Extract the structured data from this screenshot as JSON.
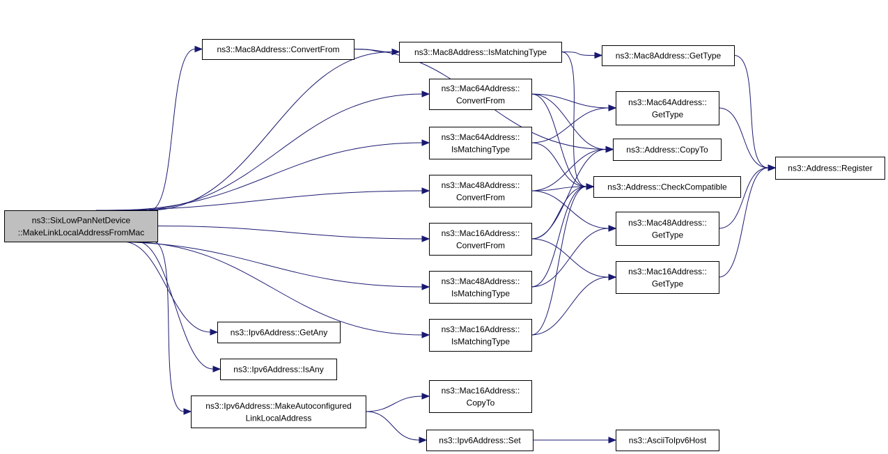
{
  "nodes": {
    "root": [
      "ns3::SixLowPanNetDevice",
      "::MakeLinkLocalAddressFromMac"
    ],
    "mac8_convertfrom": [
      "ns3::Mac8Address::ConvertFrom"
    ],
    "mac8_ismatchingtype": [
      "ns3::Mac8Address::IsMatchingType"
    ],
    "mac8_gettype": [
      "ns3::Mac8Address::GetType"
    ],
    "mac64_convertfrom": [
      "ns3::Mac64Address::",
      "ConvertFrom"
    ],
    "mac64_gettype": [
      "ns3::Mac64Address::",
      "GetType"
    ],
    "mac64_ismatchingtype": [
      "ns3::Mac64Address::",
      "IsMatchingType"
    ],
    "address_copyto": [
      "ns3::Address::CopyTo"
    ],
    "address_register": [
      "ns3::Address::Register"
    ],
    "mac48_convertfrom": [
      "ns3::Mac48Address::",
      "ConvertFrom"
    ],
    "address_checkcompatible": [
      "ns3::Address::CheckCompatible"
    ],
    "mac48_gettype": [
      "ns3::Mac48Address::",
      "GetType"
    ],
    "mac16_convertfrom": [
      "ns3::Mac16Address::",
      "ConvertFrom"
    ],
    "mac16_gettype": [
      "ns3::Mac16Address::",
      "GetType"
    ],
    "mac48_ismatchingtype": [
      "ns3::Mac48Address::",
      "IsMatchingType"
    ],
    "mac16_ismatchingtype": [
      "ns3::Mac16Address::",
      "IsMatchingType"
    ],
    "ipv6_getany": [
      "ns3::Ipv6Address::GetAny"
    ],
    "ipv6_isany": [
      "ns3::Ipv6Address::IsAny"
    ],
    "ipv6_makeautoconfigured": [
      "ns3::Ipv6Address::MakeAutoconfigured",
      "LinkLocalAddress"
    ],
    "mac16_copyto": [
      "ns3::Mac16Address::",
      "CopyTo"
    ],
    "ipv6_set": [
      "ns3::Ipv6Address::Set"
    ],
    "asciitoipv6host": [
      "ns3::AsciiToIpv6Host"
    ]
  },
  "edges": [
    [
      "root",
      "mac8_convertfrom"
    ],
    [
      "root",
      "mac8_ismatchingtype"
    ],
    [
      "root",
      "mac64_convertfrom"
    ],
    [
      "root",
      "mac64_ismatchingtype"
    ],
    [
      "root",
      "mac48_convertfrom"
    ],
    [
      "root",
      "mac16_convertfrom"
    ],
    [
      "root",
      "mac48_ismatchingtype"
    ],
    [
      "root",
      "mac16_ismatchingtype"
    ],
    [
      "root",
      "ipv6_getany"
    ],
    [
      "root",
      "ipv6_isany"
    ],
    [
      "root",
      "ipv6_makeautoconfigured"
    ],
    [
      "mac8_convertfrom",
      "mac8_ismatchingtype"
    ],
    [
      "mac8_convertfrom",
      "address_copyto"
    ],
    [
      "mac8_ismatchingtype",
      "mac8_gettype"
    ],
    [
      "mac8_ismatchingtype",
      "address_checkcompatible"
    ],
    [
      "mac8_gettype",
      "address_register"
    ],
    [
      "mac64_convertfrom",
      "mac64_gettype"
    ],
    [
      "mac64_convertfrom",
      "address_copyto"
    ],
    [
      "mac64_convertfrom",
      "address_checkcompatible"
    ],
    [
      "mac64_gettype",
      "address_register"
    ],
    [
      "mac64_ismatchingtype",
      "mac64_gettype"
    ],
    [
      "mac64_ismatchingtype",
      "address_checkcompatible"
    ],
    [
      "mac48_convertfrom",
      "address_copyto"
    ],
    [
      "mac48_convertfrom",
      "address_checkcompatible"
    ],
    [
      "mac48_convertfrom",
      "mac48_gettype"
    ],
    [
      "mac48_gettype",
      "address_register"
    ],
    [
      "mac16_convertfrom",
      "address_copyto"
    ],
    [
      "mac16_convertfrom",
      "address_checkcompatible"
    ],
    [
      "mac16_convertfrom",
      "mac16_gettype"
    ],
    [
      "mac16_gettype",
      "address_register"
    ],
    [
      "mac48_ismatchingtype",
      "mac48_gettype"
    ],
    [
      "mac48_ismatchingtype",
      "address_checkcompatible"
    ],
    [
      "mac16_ismatchingtype",
      "mac16_gettype"
    ],
    [
      "mac16_ismatchingtype",
      "address_checkcompatible"
    ],
    [
      "ipv6_makeautoconfigured",
      "mac16_copyto"
    ],
    [
      "ipv6_makeautoconfigured",
      "ipv6_set"
    ],
    [
      "ipv6_set",
      "asciitoipv6host"
    ]
  ],
  "colors": {
    "edge": "#191970",
    "root_fill": "#bfbfbf",
    "node_fill": "#ffffff",
    "node_border": "#000000"
  }
}
